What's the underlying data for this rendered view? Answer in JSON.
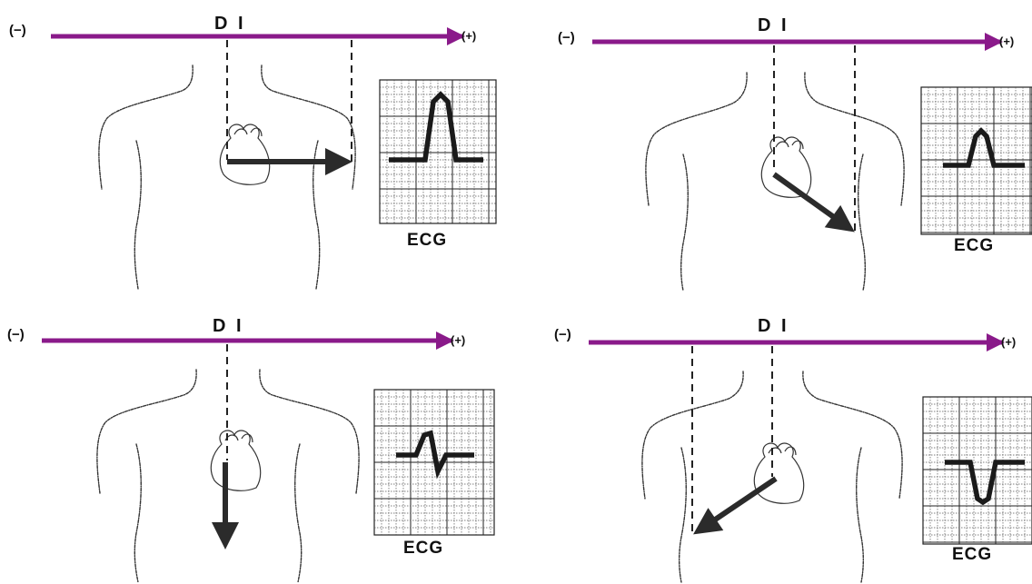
{
  "colors": {
    "lead_axis": "#8a1a8a",
    "vector": "#2b2b2b",
    "trace": "#1a1a1a"
  },
  "panels": [
    {
      "lead": "D I",
      "negative_label": "(−)",
      "positive_label": "(+)",
      "ecg_label": "ECG",
      "vector_direction": "right",
      "ecg_deflection": "large-positive"
    },
    {
      "lead": "D I",
      "negative_label": "(−)",
      "positive_label": "(+)",
      "ecg_label": "ECG",
      "vector_direction": "down-right",
      "ecg_deflection": "small-positive"
    },
    {
      "lead": "D I",
      "negative_label": "(−)",
      "positive_label": "(+)",
      "ecg_label": "ECG",
      "vector_direction": "down",
      "ecg_deflection": "biphasic"
    },
    {
      "lead": "D I",
      "negative_label": "(−)",
      "positive_label": "(+)",
      "ecg_label": "ECG",
      "vector_direction": "down-left",
      "ecg_deflection": "negative"
    }
  ]
}
